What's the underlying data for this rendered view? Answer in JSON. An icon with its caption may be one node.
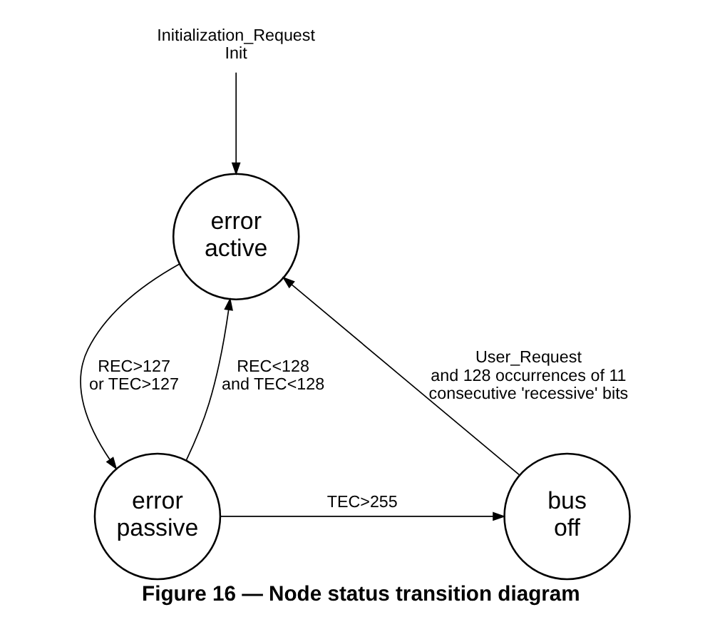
{
  "diagram": {
    "caption": "Figure 16 — Node status transition diagram",
    "nodes": [
      {
        "text": [
          "Initialization_Request Init"
        ]
      },
      {
        "text": [
          "error active"
        ]
      },
      {
        "text": [
          "error passive"
        ]
      },
      {
        "text": [
          "bus off"
        ]
      }
    ],
    "edges": [
      {
        "from": 0,
        "to": 1,
        "arrow": "to"
      },
      {
        "from": 1,
        "to": 2,
        "arrow": "to",
        "label": "REC>127 or TEC>127"
      },
      {
        "from": 2,
        "to": 1,
        "arrow": "to",
        "label": "REC<128 and TEC<128"
      },
      {
        "from": 2,
        "to": 3,
        "arrow": "to",
        "label": "TEC>255"
      },
      {
        "from": 3,
        "to": 1,
        "arrow": "to",
        "label": "User_Request and 128 occurrences of 11 consecutive 'recessive' bits"
      }
    ]
  }
}
